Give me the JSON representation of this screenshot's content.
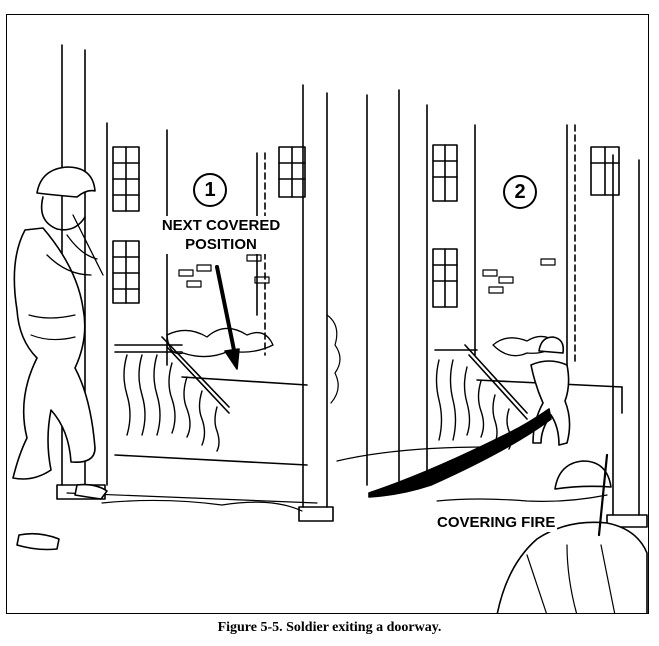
{
  "figure": {
    "panel_1_number": "1",
    "panel_2_number": "2",
    "label_next_covered_line1": "NEXT COVERED",
    "label_next_covered_line2": "POSITION",
    "label_covering_fire": "COVERING FIRE",
    "caption": "Figure 5-5. Soldier exiting a doorway."
  },
  "colors": {
    "ink": "#000000",
    "paper": "#ffffff"
  }
}
